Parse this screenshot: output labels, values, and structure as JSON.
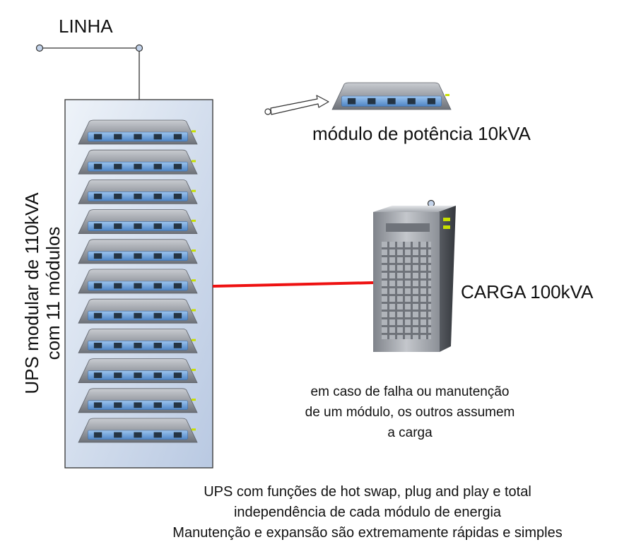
{
  "labels": {
    "linha": "LINHA",
    "modulo": "módulo de potência 10kVA",
    "carga": "CARGA 100kVA",
    "ups_line1": "UPS modular de 110kVA",
    "ups_line2": "com 11 módulos"
  },
  "note": {
    "line1": "em caso de falha ou manutenção",
    "line2": "de um módulo, os outros assumem",
    "line3": "a carga"
  },
  "footer": {
    "line1": "UPS com funções de hot swap, plug and play e total",
    "line2": "independência de cada módulo de energia",
    "line3": "Manutenção e expansão são extremamente rápidas e simples"
  },
  "ups": {
    "module_count": 11,
    "ports_per_module": 5
  },
  "colors": {
    "load_line": "#ee1111",
    "wire": "#333333",
    "rack_top": "#eef3f9",
    "rack_bottom": "#b9c9e2",
    "module_shell": "#8a8e96",
    "module_face": "#5f94d1",
    "port": "#243444",
    "led": "#c8e000"
  },
  "icons": [
    "connector-dot-icon",
    "power-module-icon",
    "server-tower-icon",
    "arrow-icon"
  ]
}
